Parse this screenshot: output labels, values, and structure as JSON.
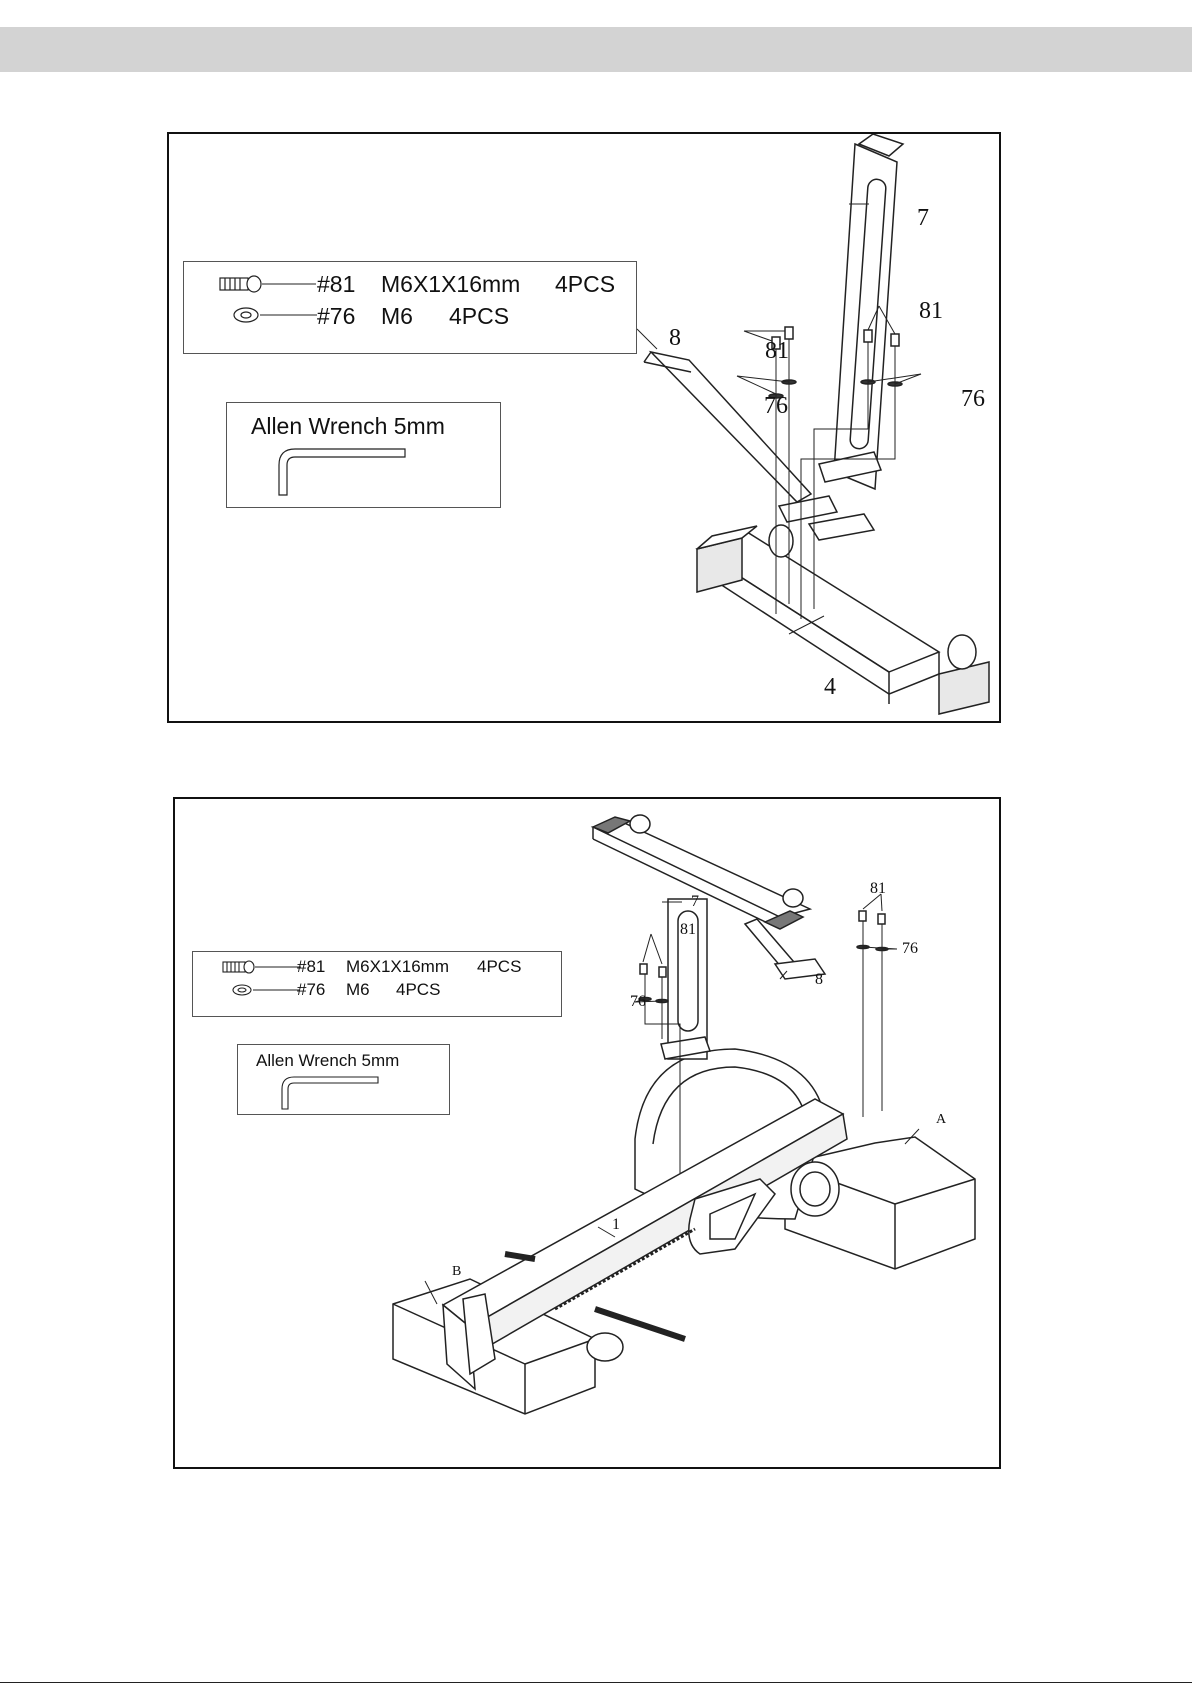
{
  "step1": {
    "hardware": [
      {
        "code": "#81",
        "size": "M6X1X16mm",
        "qty": "4PCS",
        "icon": "bolt-icon"
      },
      {
        "code": "#76",
        "size": "M6",
        "qty": "4PCS",
        "icon": "washer-icon"
      }
    ],
    "tool": {
      "label": "Allen Wrench 5mm",
      "icon": "allen-wrench-icon"
    },
    "callouts": {
      "part_7": "7",
      "part_8": "8",
      "part_81_left": "81",
      "part_81_right": "81",
      "part_76_left": "76",
      "part_76_right": "76",
      "part_4": "4"
    }
  },
  "step2": {
    "hardware": [
      {
        "code": "#81",
        "size": "M6X1X16mm",
        "qty": "4PCS",
        "icon": "bolt-icon"
      },
      {
        "code": "#76",
        "size": "M6",
        "qty": "4PCS",
        "icon": "washer-icon"
      }
    ],
    "tool": {
      "label": "Allen Wrench 5mm",
      "icon": "allen-wrench-icon"
    },
    "callouts": {
      "part_7": "7",
      "part_81_left": "81",
      "part_81_right": "81",
      "part_76_left": "76",
      "part_76_right": "76",
      "part_8": "8",
      "part_A": "A",
      "part_B": "B",
      "part_1": "1"
    }
  }
}
